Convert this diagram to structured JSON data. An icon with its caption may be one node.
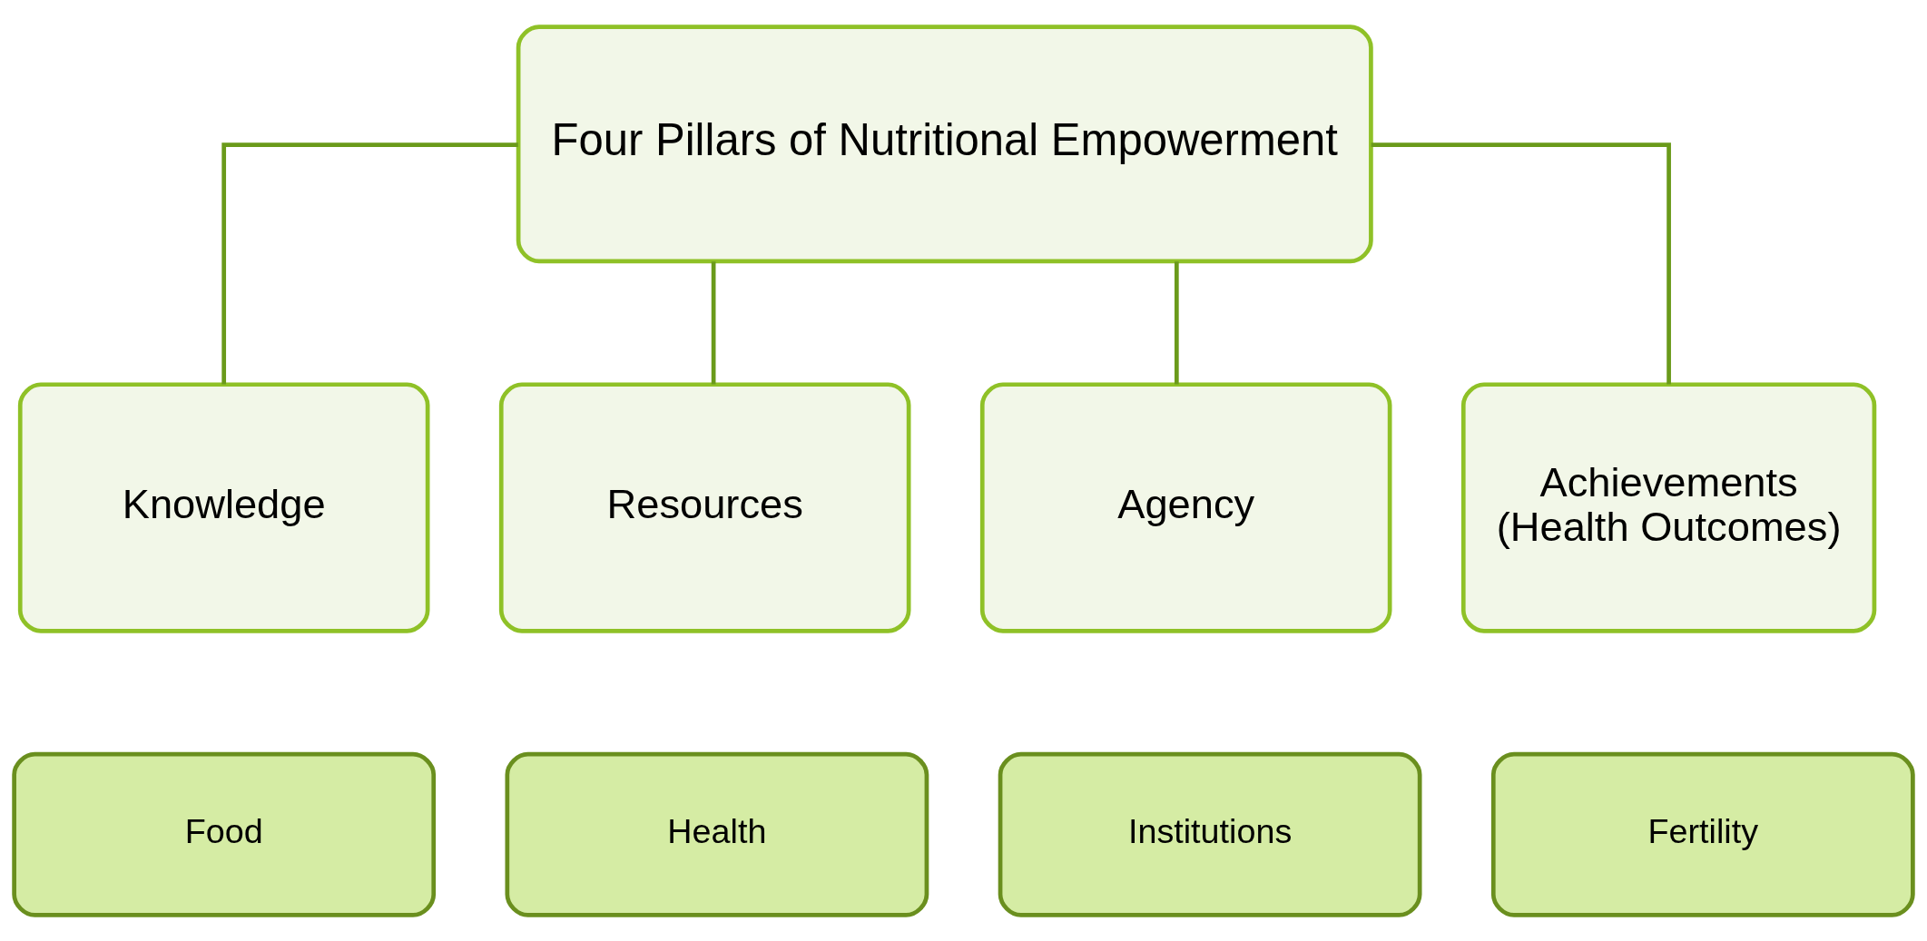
{
  "diagram": {
    "nodes": [
      {
        "text": [
          "Four Pillars of Nutritional Empowerment"
        ]
      },
      {
        "text": [
          "Knowledge"
        ]
      },
      {
        "text": [
          "Resources"
        ]
      },
      {
        "text": [
          "Agency"
        ]
      },
      {
        "text": [
          "Achievements",
          "(Health Outcomes)"
        ]
      },
      {
        "text": [
          "Food"
        ]
      },
      {
        "text": [
          "Health"
        ]
      },
      {
        "text": [
          "Institutions"
        ]
      },
      {
        "text": [
          "Fertility"
        ]
      }
    ],
    "edges": [
      {
        "from": 0,
        "to": 1,
        "arrow": "none"
      },
      {
        "from": 0,
        "to": 2,
        "arrow": "none"
      },
      {
        "from": 0,
        "to": 3,
        "arrow": "none"
      },
      {
        "from": 0,
        "to": 4,
        "arrow": "none"
      }
    ]
  }
}
